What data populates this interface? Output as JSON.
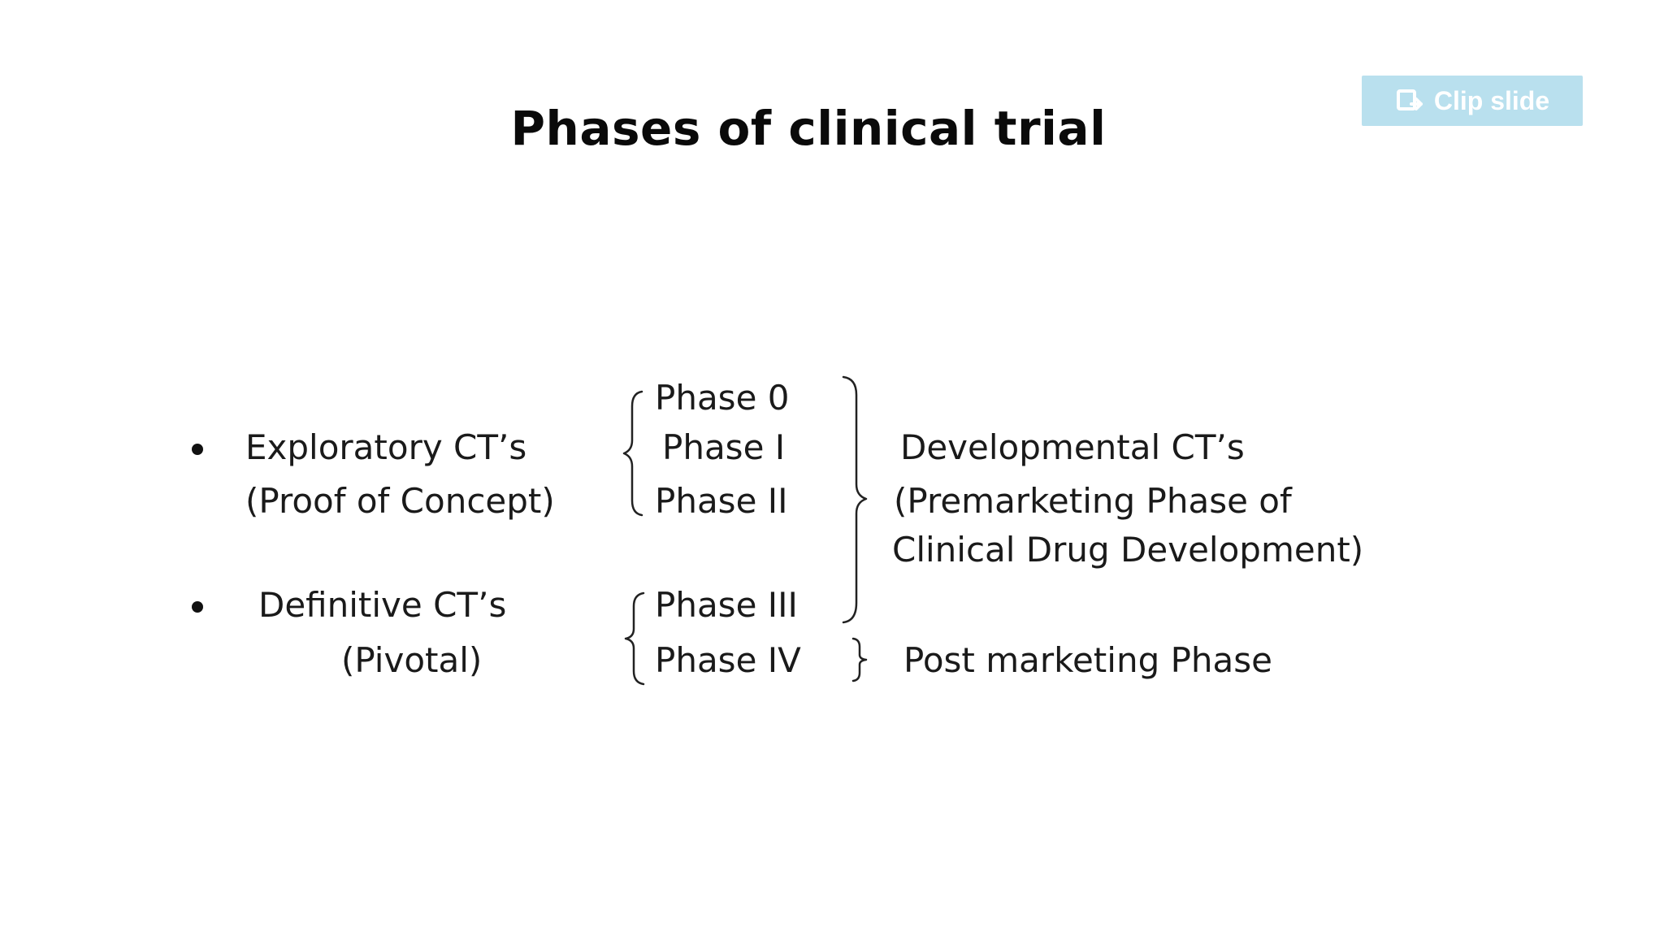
{
  "slide": {
    "title": "Phases of clinical trial",
    "clip_button": {
      "label": "Clip slide",
      "icon": "clip-icon",
      "color": "#b9e0ee"
    },
    "groups": [
      {
        "line1": "Exploratory CT’s",
        "line2": "(Proof of Concept)"
      },
      {
        "line1": "Definitive CT’s",
        "line2": "(Pivotal)"
      }
    ],
    "phases": [
      "Phase 0",
      "Phase I",
      "Phase II",
      "Phase III",
      "Phase IV"
    ],
    "developmental": {
      "line1": "Developmental CT’s",
      "line2": "(Premarketing Phase of",
      "line3": "Clinical Drug Development)"
    },
    "post_marketing": "Post marketing Phase"
  }
}
